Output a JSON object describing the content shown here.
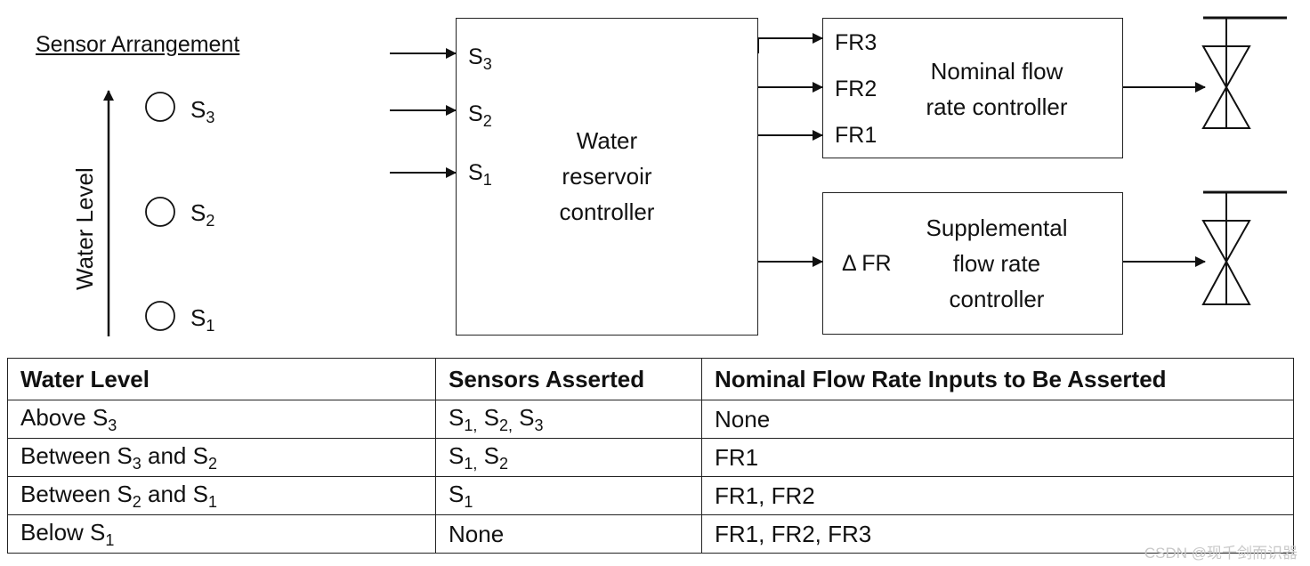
{
  "sensor_arrangement": {
    "title": "Sensor Arrangement",
    "axis_label": "Water Level",
    "sensors": [
      {
        "label": "S",
        "sub": "3"
      },
      {
        "label": "S",
        "sub": "2"
      },
      {
        "label": "S",
        "sub": "1"
      }
    ]
  },
  "reservoir_controller": {
    "label_lines": [
      "Water",
      "reservoir",
      "controller"
    ],
    "inputs": [
      {
        "label": "S",
        "sub": "3"
      },
      {
        "label": "S",
        "sub": "2"
      },
      {
        "label": "S",
        "sub": "1"
      }
    ]
  },
  "nominal_controller": {
    "label_lines": [
      "Nominal flow",
      "rate controller"
    ],
    "inputs": [
      "FR3",
      "FR2",
      "FR1"
    ]
  },
  "supplemental_controller": {
    "label_lines": [
      "Supplemental",
      "flow rate",
      "controller"
    ],
    "input": "Δ FR"
  },
  "table": {
    "headers": [
      "Water Level",
      "Sensors Asserted",
      "Nominal Flow Rate Inputs to Be Asserted"
    ],
    "rows": [
      {
        "level": [
          {
            "t": "Above S"
          },
          {
            "sub": "3"
          }
        ],
        "sensors": [
          {
            "t": "S"
          },
          {
            "sub": "1,"
          },
          {
            "t": " S"
          },
          {
            "sub": "2,"
          },
          {
            "t": " S"
          },
          {
            "sub": "3"
          }
        ],
        "inputs": "None"
      },
      {
        "level": [
          {
            "t": "Between S"
          },
          {
            "sub": "3"
          },
          {
            "t": " and S"
          },
          {
            "sub": "2"
          }
        ],
        "sensors": [
          {
            "t": "S"
          },
          {
            "sub": "1,"
          },
          {
            "t": " S"
          },
          {
            "sub": "2"
          }
        ],
        "inputs": "FR1"
      },
      {
        "level": [
          {
            "t": "Between S"
          },
          {
            "sub": "2"
          },
          {
            "t": " and S"
          },
          {
            "sub": "1"
          }
        ],
        "sensors": [
          {
            "t": "S"
          },
          {
            "sub": "1"
          }
        ],
        "inputs": "FR1, FR2"
      },
      {
        "level": [
          {
            "t": "Below S"
          },
          {
            "sub": "1"
          }
        ],
        "sensors": [
          {
            "t": "None"
          }
        ],
        "inputs": "FR1, FR2, FR3"
      }
    ]
  },
  "watermark": "CSDN @现千剑而识器"
}
